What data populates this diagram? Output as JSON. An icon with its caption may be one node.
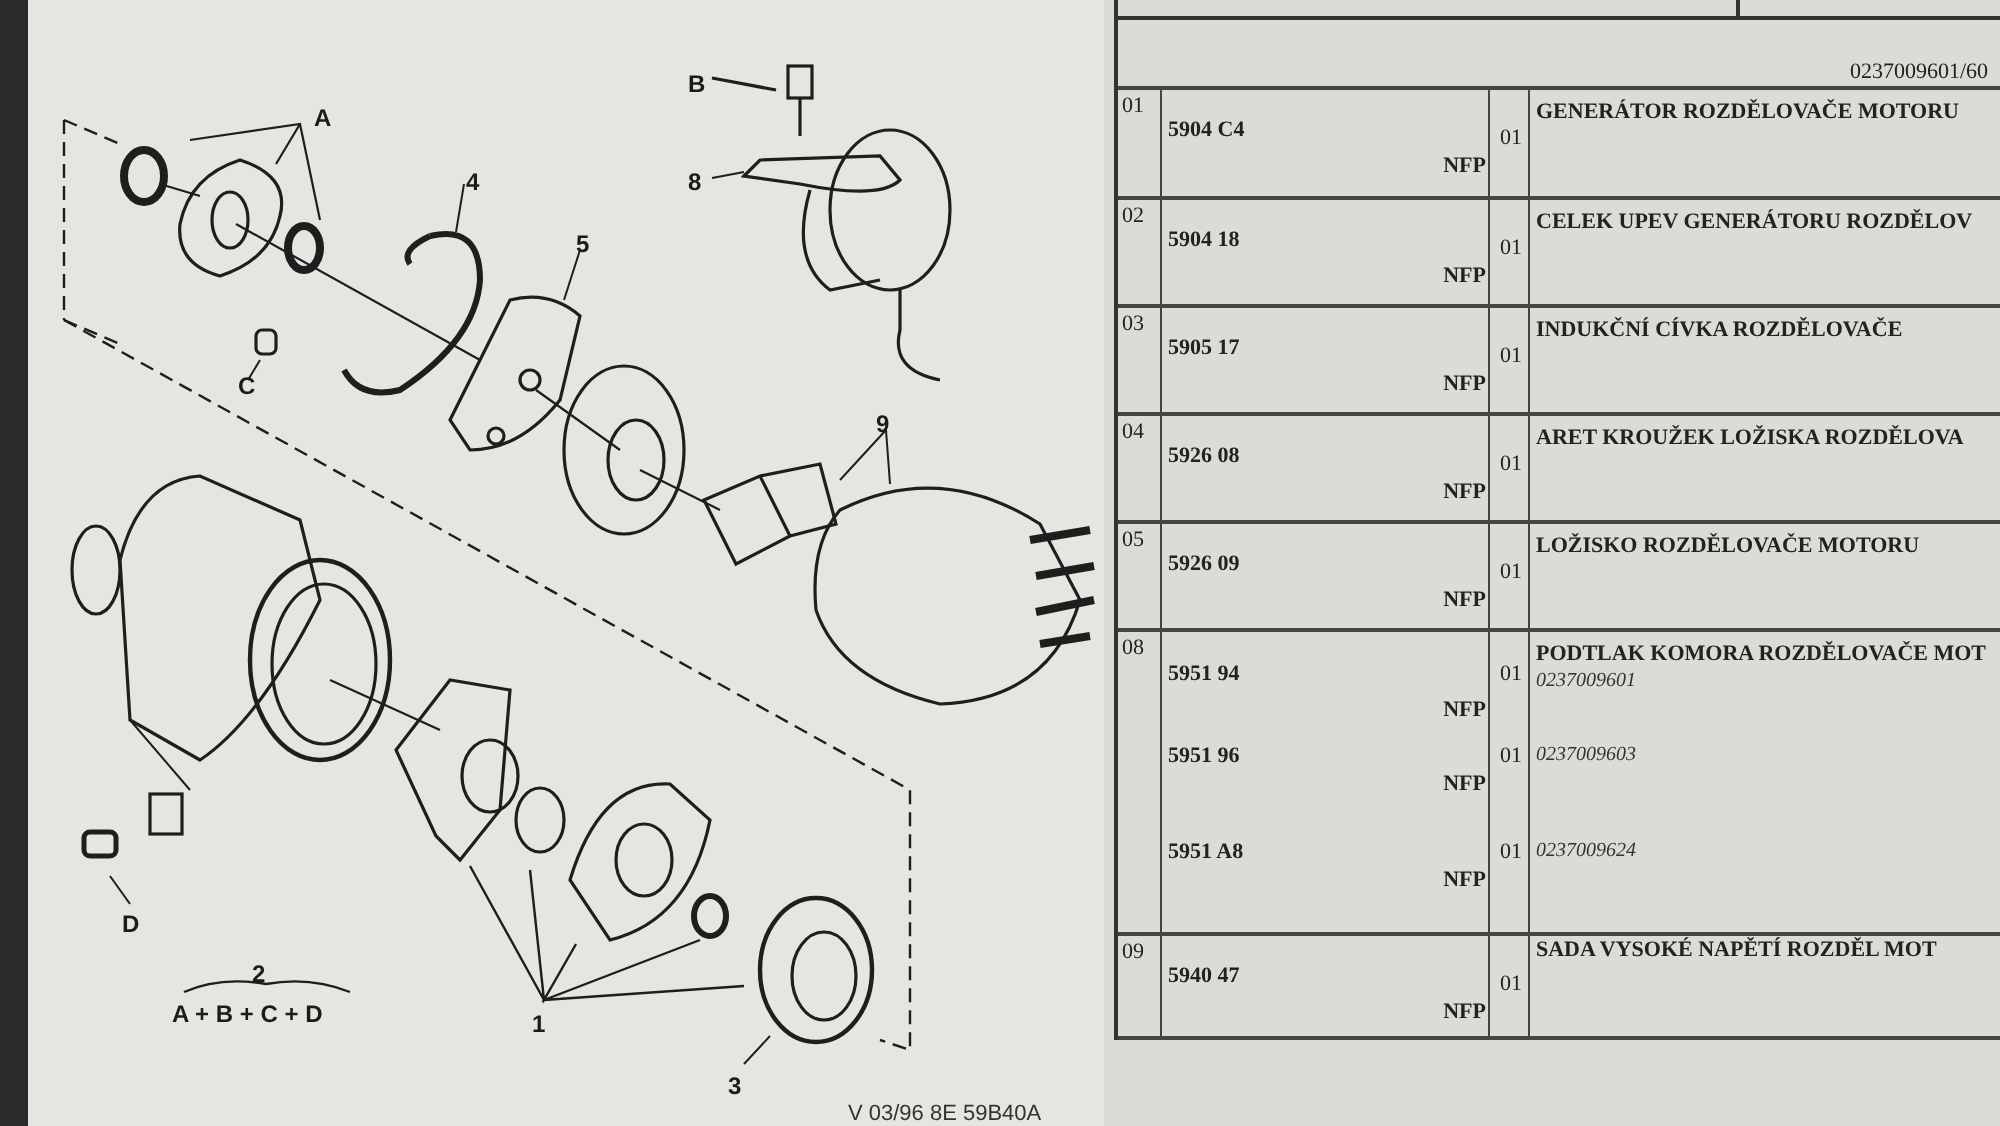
{
  "diagram": {
    "labels": [
      "A",
      "4",
      "B",
      "8",
      "5",
      "C",
      "9",
      "2",
      "A + B + C + D",
      "D",
      "1",
      "3",
      "V 03/96 8E 59B40A",
      "0237009601/60",
      "01",
      "5904 C4",
      "NFP",
      "01",
      "GENERÁTOR ROZDĚLOVAČE MOTORU",
      "02",
      "5904 18",
      "NFP",
      "01",
      "CELEK UPEV GENERÁTORU ROZDĚLOV",
      "03",
      "5905 17",
      "NFP",
      "01",
      "INDUKČNÍ CÍVKA ROZDĚLOVAČE",
      "04",
      "5926 08",
      "NFP",
      "01",
      "ARET KROUŽEK LOŽISKA ROZDĚLOVA",
      "05",
      "5926 09",
      "NFP",
      "01",
      "LOŽISKO ROZDĚLOVAČE MOTORU",
      "08",
      "5951 94",
      "NFP",
      "01",
      "PODTLAK KOMORA ROZDĚLOVAČE MOT",
      "0237009601",
      "5951 96",
      "NFP",
      "01",
      "0237009603",
      "5951 A8",
      "NFP",
      "01",
      "0237009624",
      "09",
      "5940 47",
      "NFP",
      "01",
      "SADA VYSOKÉ NAPĚTÍ ROZDĚL MOT"
    ]
  }
}
